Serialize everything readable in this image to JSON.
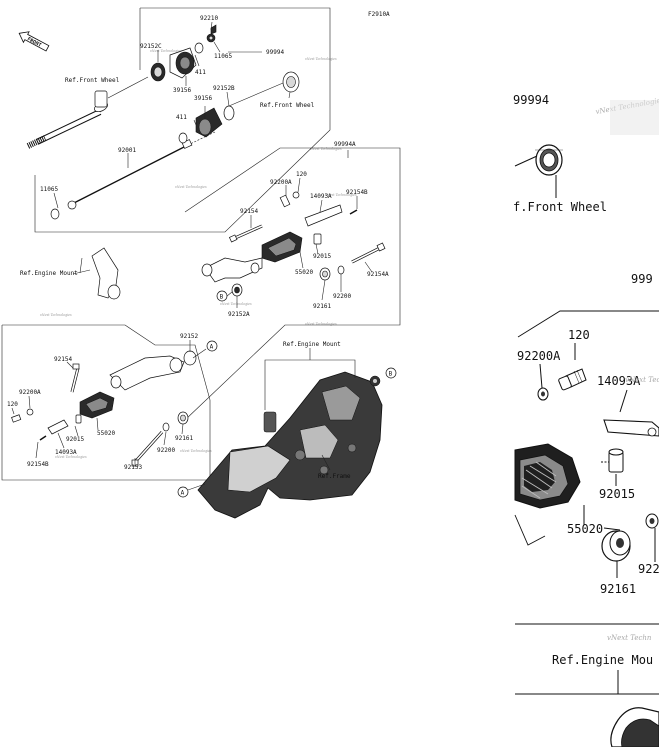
{
  "figure_code": "F2910A",
  "front_badge": "FRONT",
  "watermark": "vNext Technologies",
  "labels": {
    "p99994": "99994",
    "p99994A": "99994A",
    "p92210": "92210",
    "p11065a": "11065",
    "p11065b": "11065",
    "p92152C": "92152C",
    "p411a": "411",
    "p411b": "411",
    "p39156a": "39156",
    "p39156b": "39156",
    "p92152B": "92152B",
    "p92001": "92001",
    "ref_front_wheel_a": "Ref.Front Wheel",
    "ref_front_wheel_b": "Ref.Front Wheel",
    "p120a": "120",
    "p120b": "120",
    "p92200A_a": "92200A",
    "p92200A_b": "92200A",
    "p14093A_a": "14093A",
    "p14093A_b": "14093A",
    "p92154B_a": "92154B",
    "p92154B_b": "92154B",
    "p92154a": "92154",
    "p92154b": "92154",
    "p92015a": "92015",
    "p92015b": "92015",
    "p55020a": "55020",
    "p55020b": "55020",
    "p92154A": "92154A",
    "p92200a": "92200",
    "p92200b": "92200",
    "p92161a": "92161",
    "p92161b": "92161",
    "p92152A": "92152A",
    "p92152": "92152",
    "p92153": "92153",
    "ref_engine_mount_a": "Ref.Engine Mount",
    "ref_engine_mount_b": "Ref.Engine Mount",
    "ref_frame": "Ref.Frame",
    "callout_a": "A",
    "callout_b": "B"
  },
  "zoom": {
    "p99994": "99994",
    "ref_front_wheel": "f.Front Wheel",
    "p999_partial": "999",
    "p120": "120",
    "p92200A": "92200A",
    "p14093A": "14093A",
    "p92015": "92015",
    "p55020": "55020",
    "p92161": "92161",
    "p922_partial": "922",
    "ref_engine_mount": "Ref.Engine Mou",
    "watermark_a": "vNext Technologies",
    "watermark_b": "vNext Techn",
    "watermark_c": "vNext Techn"
  }
}
